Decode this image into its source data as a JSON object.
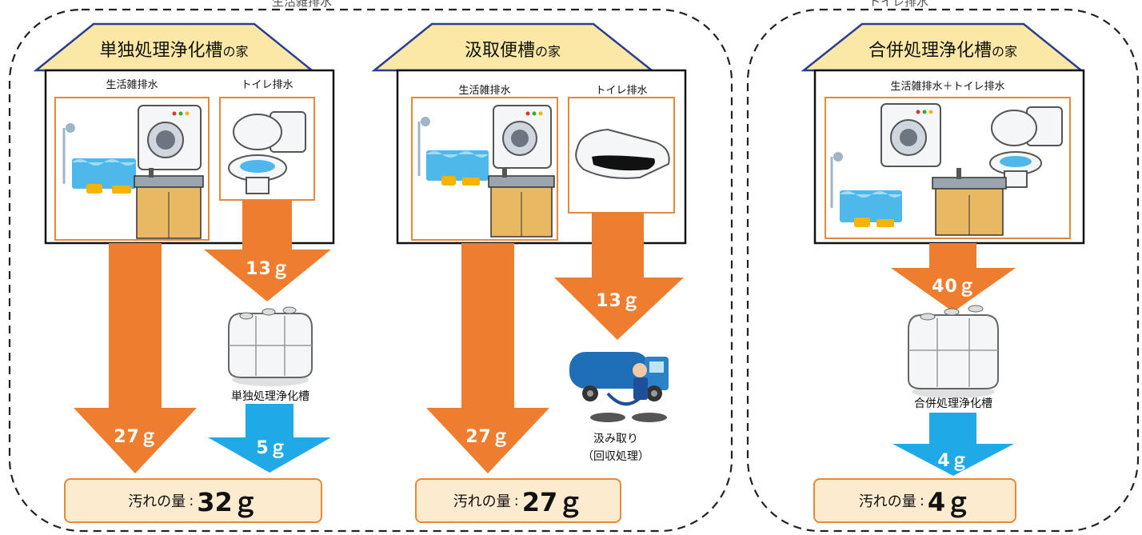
{
  "top_labels": [
    "生活雑排水",
    "トイレ排水"
  ],
  "houses": [
    {
      "title_main": "単独処理浄化槽",
      "title_suffix": "の家",
      "label_gray": "生活雑排水",
      "label_toilet": "トイレ排水",
      "flow_gray": "27ｇ",
      "flow_toilet": "13ｇ",
      "tank_label": "単独処理浄化槽",
      "flow_treated": "5ｇ",
      "result_label": "汚れの量",
      "result_value": "32ｇ"
    },
    {
      "title_main": "汲取便槽",
      "title_suffix": "の家",
      "label_gray": "生活雑排水",
      "label_toilet": "トイレ排水",
      "flow_gray": "27ｇ",
      "flow_toilet": "13ｇ",
      "collect_line1": "汲み取り",
      "collect_line2": "（回収処理）",
      "result_label": "汚れの量",
      "result_value": "27ｇ"
    },
    {
      "title_main": "合併処理浄化槽",
      "title_suffix": "の家",
      "label_combined": "生活雑排水＋トイレ排水",
      "flow_in": "40ｇ",
      "tank_label": "合併処理浄化槽",
      "flow_treated": "4ｇ",
      "result_label": "汚れの量",
      "result_value": "4ｇ"
    }
  ],
  "colors": {
    "orange": "#ee7d2f",
    "blue": "#1fa9e6",
    "roof": "#fbe8a6",
    "result_bg": "#fdebd0",
    "result_border": "#e8893a",
    "panel_border": "#e8893a"
  }
}
